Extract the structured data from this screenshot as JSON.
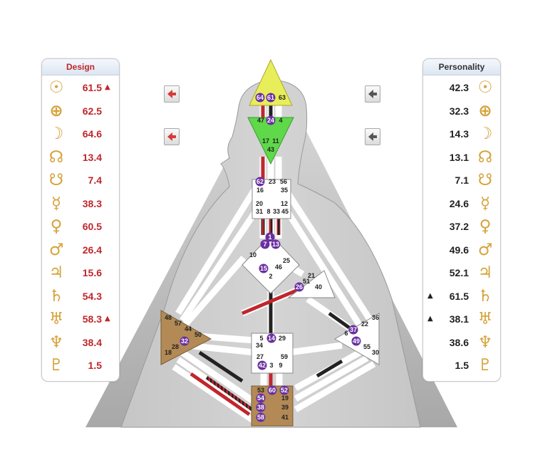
{
  "design": {
    "header": "Design",
    "rows": [
      {
        "glyph": "☉",
        "value": "61.5",
        "arrow": "▲"
      },
      {
        "glyph": "⊕",
        "value": "62.5",
        "arrow": ""
      },
      {
        "glyph": "☽",
        "value": "64.6",
        "arrow": ""
      },
      {
        "glyph": "☊",
        "value": "13.4",
        "arrow": ""
      },
      {
        "glyph": "☋",
        "value": "7.4",
        "arrow": ""
      },
      {
        "glyph": "☿",
        "value": "38.3",
        "arrow": ""
      },
      {
        "glyph": "♀",
        "value": "60.5",
        "arrow": ""
      },
      {
        "glyph": "♂",
        "value": "26.4",
        "arrow": ""
      },
      {
        "glyph": "♃",
        "value": "15.6",
        "arrow": ""
      },
      {
        "glyph": "♄",
        "value": "54.3",
        "arrow": ""
      },
      {
        "glyph": "♅",
        "value": "58.3",
        "arrow": "▲"
      },
      {
        "glyph": "♆",
        "value": "38.4",
        "arrow": ""
      },
      {
        "glyph": "♇",
        "value": "1.5",
        "arrow": ""
      }
    ]
  },
  "personality": {
    "header": "Personality",
    "rows": [
      {
        "glyph": "☉",
        "value": "42.3",
        "arrow": ""
      },
      {
        "glyph": "⊕",
        "value": "32.3",
        "arrow": ""
      },
      {
        "glyph": "☽",
        "value": "14.3",
        "arrow": ""
      },
      {
        "glyph": "☊",
        "value": "13.1",
        "arrow": ""
      },
      {
        "glyph": "☋",
        "value": "7.1",
        "arrow": ""
      },
      {
        "glyph": "☿",
        "value": "24.6",
        "arrow": ""
      },
      {
        "glyph": "♀",
        "value": "37.2",
        "arrow": ""
      },
      {
        "glyph": "♂",
        "value": "49.6",
        "arrow": ""
      },
      {
        "glyph": "♃",
        "value": "52.1",
        "arrow": ""
      },
      {
        "glyph": "♄",
        "value": "61.5",
        "arrow": "▲"
      },
      {
        "glyph": "♅",
        "value": "38.1",
        "arrow": "▲"
      },
      {
        "glyph": "♆",
        "value": "38.6",
        "arrow": ""
      },
      {
        "glyph": "♇",
        "value": "1.5",
        "arrow": ""
      }
    ]
  },
  "nav": [
    {
      "name": "design-prev-button",
      "icon": "red-arrow-left-icon"
    },
    {
      "name": "design-next-button",
      "icon": "red-arrow-left-icon"
    },
    {
      "name": "personality-prev-button",
      "icon": "gray-arrow-left-icon"
    },
    {
      "name": "personality-next-button",
      "icon": "gray-arrow-left-icon"
    }
  ],
  "colors": {
    "design": "#c0262c",
    "personality": "#222222",
    "glyph": "#d6a23a",
    "head": "#e8ee5a",
    "ajna": "#5fd84a",
    "motor": "#b38a55",
    "active_gate": "#6a2fa0"
  },
  "gates": {
    "head": [
      "64",
      "61",
      "63"
    ],
    "ajna": [
      "47",
      "24",
      "4",
      "17",
      "11",
      "43"
    ],
    "throat": [
      "62",
      "23",
      "56",
      "16",
      "35",
      "20",
      "12",
      "31",
      "8",
      "33",
      "45"
    ],
    "g": [
      "1",
      "13",
      "7",
      "10",
      "25",
      "46",
      "15",
      "2"
    ],
    "ego": [
      "21",
      "26",
      "51",
      "40"
    ],
    "spleen": [
      "48",
      "57",
      "44",
      "50",
      "32",
      "28",
      "18"
    ],
    "solar": [
      "36",
      "22",
      "6",
      "37",
      "49",
      "55",
      "30"
    ],
    "sacral": [
      "5",
      "14",
      "29",
      "34",
      "27",
      "59",
      "42",
      "3",
      "9"
    ],
    "root": [
      "53",
      "60",
      "52",
      "54",
      "19",
      "38",
      "39",
      "58",
      "41"
    ]
  },
  "active_gates": [
    "64",
    "61",
    "24",
    "62",
    "1",
    "13",
    "7",
    "15",
    "26",
    "32",
    "37",
    "49",
    "14",
    "42",
    "60",
    "52",
    "54",
    "38",
    "58"
  ]
}
